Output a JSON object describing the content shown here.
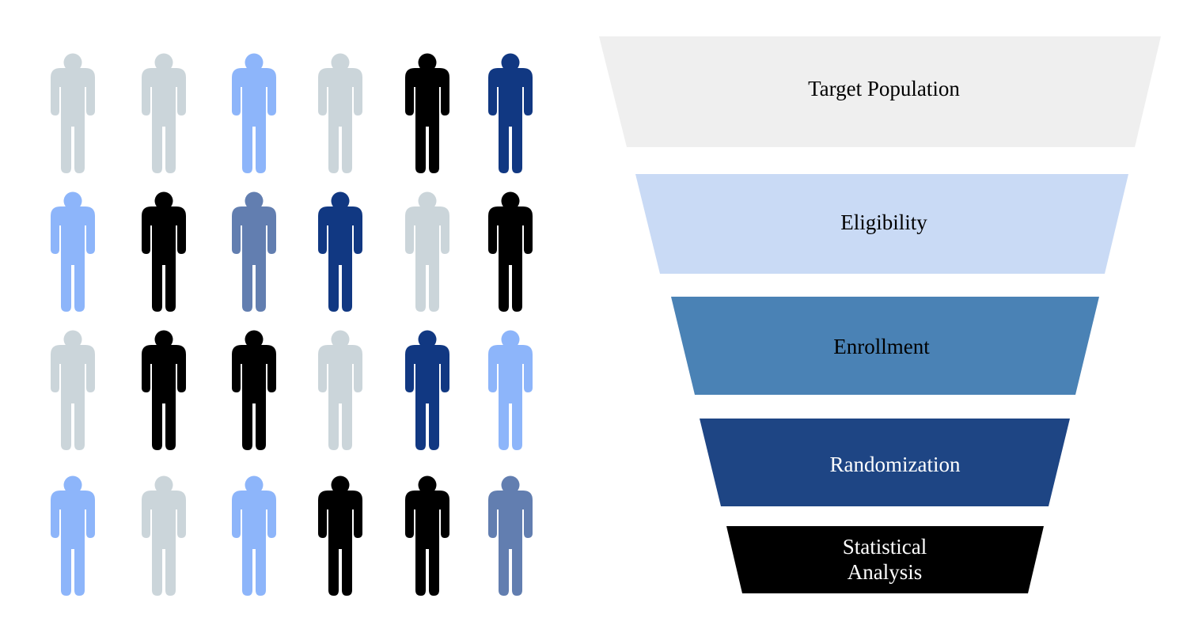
{
  "palette": {
    "gray": "#cbd5da",
    "light_blue": "#8db5fa",
    "slate_blue": "#627eb0",
    "navy": "#113882",
    "black": "#000000"
  },
  "people_grid": [
    [
      "gray",
      "gray",
      "light_blue",
      "gray",
      "black",
      "navy"
    ],
    [
      "light_blue",
      "black",
      "slate_blue",
      "navy",
      "gray",
      "black"
    ],
    [
      "gray",
      "black",
      "black",
      "gray",
      "navy",
      "light_blue"
    ],
    [
      "light_blue",
      "gray",
      "light_blue",
      "black",
      "black",
      "slate_blue"
    ]
  ],
  "funnel": {
    "stages": [
      {
        "lines": [
          "Target Population"
        ],
        "fill": "#efefef",
        "text_color": "#000000"
      },
      {
        "lines": [
          "Eligibility"
        ],
        "fill": "#c9daf5",
        "text_color": "#000000"
      },
      {
        "lines": [
          "Enrollment"
        ],
        "fill": "#4a82b5",
        "text_color": "#000000"
      },
      {
        "lines": [
          "Randomization"
        ],
        "fill": "#1e4584",
        "text_color": "#ffffff"
      },
      {
        "lines": [
          "Statistical",
          "Analysis"
        ],
        "fill": "#000000",
        "text_color": "#ffffff"
      }
    ]
  }
}
